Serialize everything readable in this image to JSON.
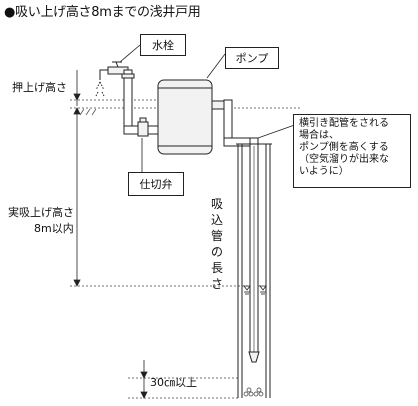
{
  "title": "●吸い上げ高さ8mまでの浅井戸用",
  "labels": {
    "faucet": "水栓",
    "pump": "ポンプ",
    "valve": "仕切弁",
    "push_height": "押上げ高さ",
    "suction_height_line1": "実吸上げ高さ",
    "suction_height_line2": "8m以内",
    "pipe_length_chars": [
      "吸",
      "込",
      "管",
      "の",
      "長",
      "さ"
    ],
    "clearance": "30㎝以上"
  },
  "note": {
    "lines": [
      "横引き配管をされる",
      "場合は、",
      "ポンプ側を高くする",
      "（空気溜りが出来な",
      "いように）"
    ]
  },
  "colors": {
    "line": "#222222",
    "fill": "#f2f2f2",
    "background": "#ffffff"
  }
}
